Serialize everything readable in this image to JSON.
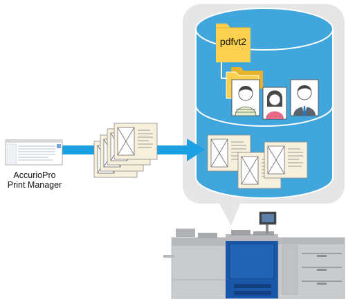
{
  "software": {
    "name_line1": "AccurioPro",
    "name_line2": "Print Manager"
  },
  "storage": {
    "folder_label": "pdfvt2"
  },
  "colors": {
    "bubble": "#e6e6e6",
    "cylinder": "#40a6dc",
    "cylinder_outline": "#ffffff",
    "arrow": "#1ba1e2",
    "folder": "#fad04e",
    "folder_dark": "#e9b22c",
    "document_paper": "#f7f0dc",
    "printer_body": "#c9cbce",
    "printer_blue": "#1a57a8"
  }
}
